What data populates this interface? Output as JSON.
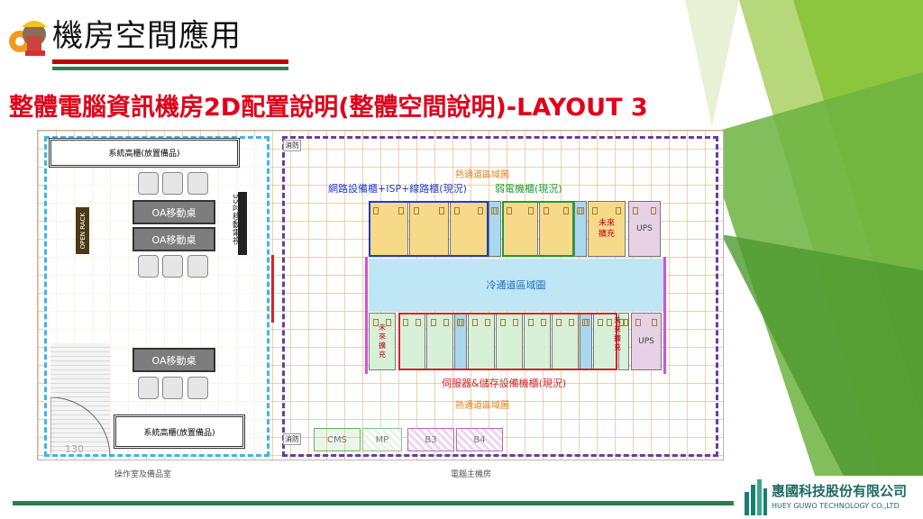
{
  "header": {
    "title": "機房空間應用",
    "subtitle": "整體電腦資訊機房2D配置說明(整體空間說明)-LAYOUT 3"
  },
  "left_room": {
    "top_cabinet": "系統高櫃(放置備品)",
    "bottom_cabinet": "系統高櫃(放置備品)",
    "open_rack": "OPEN RACK",
    "oa_desk_1": "OA移動桌",
    "oa_desk_2": "OA移動桌",
    "oa_desk_3": "OA移動桌",
    "tv": "55吋移動電視",
    "door_number": "130",
    "room_label": "操作室及備品室"
  },
  "main_room": {
    "hot_aisle_top": "熱通道區域圖",
    "network_label": "網路設備櫃+ISP+線路櫃(現況)",
    "weak_current_label": "弱電機櫃(現況)",
    "future_top": "未來擴充",
    "ups_top": "UPS",
    "cold_aisle": "冷通道區域圖",
    "future_bottom_left": "未來擴充",
    "future_bottom_right": "未來擴充",
    "ups_bottom": "UPS",
    "server_label": "伺服器&儲存設備機櫃(現況)",
    "hot_aisle_bottom": "熱通道區域圖",
    "fire_top": "消防",
    "fire_bottom": "消防",
    "cms": "CMS",
    "mp": "MP",
    "b3": "B3",
    "b4": "B4",
    "room_label": "電腦主機房"
  },
  "company": {
    "name": "惠國科技股份有限公司",
    "name_en": "HUEY GUWO TECHNOLOGY CO.,LTD"
  },
  "colors": {
    "title_red": "#e0001b",
    "cold_aisle": "#bfe6f5",
    "left_room_border": "#3fb6e8",
    "main_room_border": "#6a3d9a",
    "network_border": "#1f3fbf",
    "weak_border": "#1e9b3a",
    "server_border": "#d4232a",
    "accent_green": "#7cc242"
  }
}
